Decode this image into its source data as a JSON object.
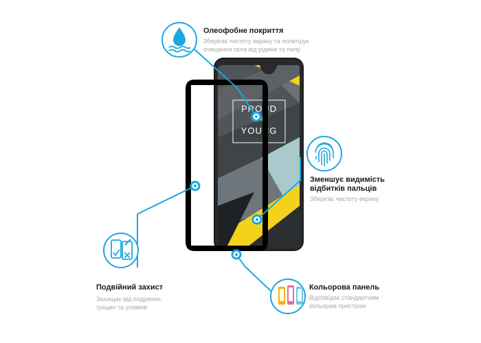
{
  "features": {
    "oleophobic": {
      "title": "Олеофобне покриття",
      "desc_line1": "Зберігає чистоту екрану та полегшує",
      "desc_line2": "очищення скла від рідини та пилу",
      "icon": "water-drop-icon"
    },
    "fingerprints": {
      "title_line1": "Зменшує видимість",
      "title_line2": "відбитків пальців",
      "desc": "Зберігає чистоту екрану",
      "icon": "fingerprint-icon"
    },
    "double_protection": {
      "title": "Подвійний захист",
      "desc_line1": "Захищає від подряпин,",
      "desc_line2": "тріщин та уламків",
      "icon": "double-shield-icon"
    },
    "color_panel": {
      "title": "Кольорова панель",
      "desc_line1": "Відповідає стандартним",
      "desc_line2": "кольорам пристрою",
      "icon": "colored-phones-icon"
    }
  },
  "phone": {
    "wallpaper_line1": "PROUD",
    "wallpaper_line2": "TO BE",
    "wallpaper_line3": "YOUNG"
  },
  "colors": {
    "accent": "#1aa7e0",
    "phone_body": "#1d1d1f",
    "wallpaper_yellow": "#f2d31a",
    "wallpaper_gray": "#5c6266",
    "wallpaper_light": "#a9c9cc",
    "glass_frame": "#000000"
  }
}
